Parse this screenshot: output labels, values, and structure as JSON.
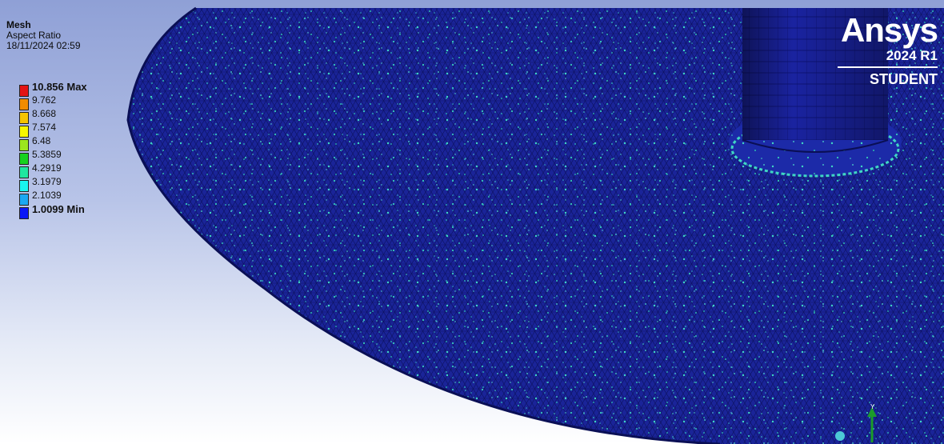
{
  "legend": {
    "title": "Mesh",
    "quantity": "Aspect Ratio",
    "timestamp": "18/11/2024 02:59",
    "entries": [
      {
        "label": "10.856 Max",
        "color": "#e31414",
        "bold": true
      },
      {
        "label": "9.762",
        "color": "#f28c00"
      },
      {
        "label": "8.668",
        "color": "#f5c400"
      },
      {
        "label": "7.574",
        "color": "#f7f700"
      },
      {
        "label": "6.48",
        "color": "#9ce61e"
      },
      {
        "label": "5.3859",
        "color": "#16d21f"
      },
      {
        "label": "4.2919",
        "color": "#1fe6a0"
      },
      {
        "label": "3.1979",
        "color": "#19f5ef"
      },
      {
        "label": "2.1039",
        "color": "#1aa8f2"
      },
      {
        "label": "1.0099 Min",
        "color": "#0b17f7",
        "bold": true
      }
    ]
  },
  "brand": {
    "logo": "Ansys",
    "version": "2024 R1",
    "edition": "STUDENT"
  },
  "triad": {
    "axis_label": "Y"
  },
  "colors": {
    "mesh_base": "#142096",
    "mesh_highlight": "#2fc4b8",
    "background_top": "#8fa0d6",
    "background_bottom": "#ffffff"
  }
}
